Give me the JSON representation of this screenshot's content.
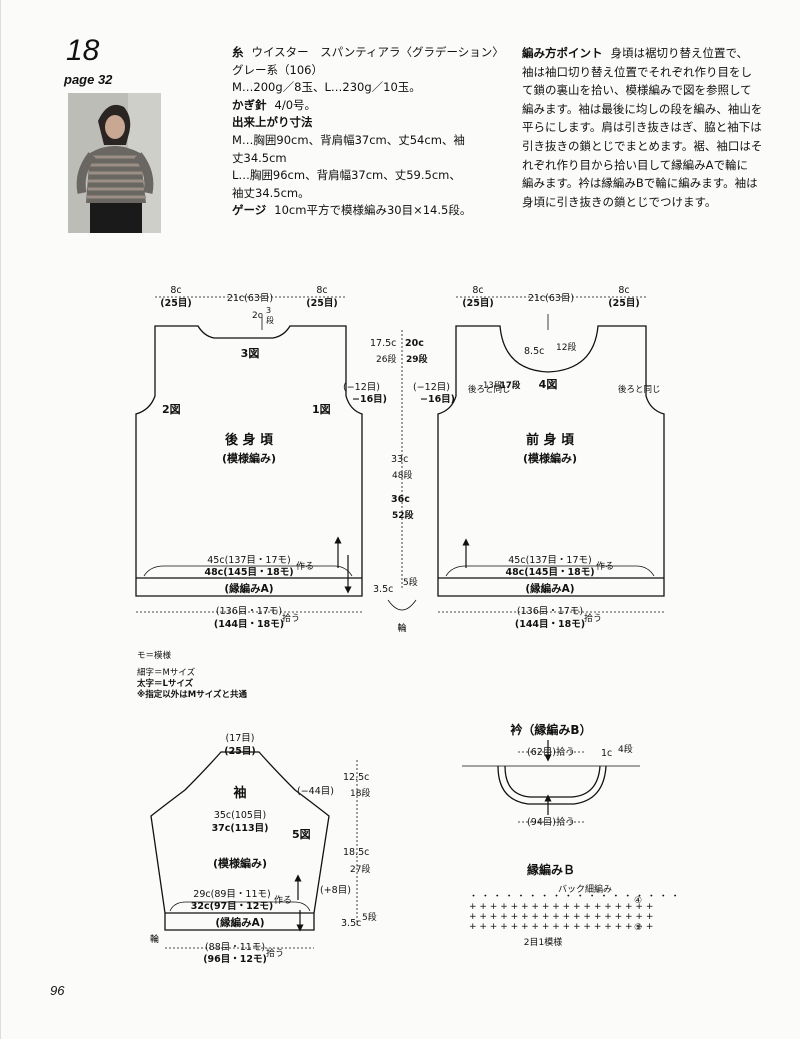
{
  "header": {
    "pattern_number": "18",
    "page_ref": "page 32"
  },
  "materials": {
    "yarn_label": "糸",
    "yarn_text": "ウイスター　スパンティアラ〈グラデーション〉　グレー系（106）",
    "yarn_amount": "M…200g／8玉、L…230g／10玉。",
    "hook_label": "かぎ針",
    "hook_text": "4/0号。",
    "size_label": "出来上がり寸法",
    "size_m_1": "M…胸囲90cm、背肩幅37cm、丈54cm、袖",
    "size_m_2": "丈34.5cm",
    "size_l_1": "L…胸囲96cm、背肩幅37cm、丈59.5cm、",
    "size_l_2": "袖丈34.5cm。",
    "gauge_label": "ゲージ",
    "gauge_text": "10cm平方で模様編み30目×14.5段。"
  },
  "points": {
    "label": "編み方ポイント",
    "lines": [
      "身頃は裾切り替え位置で、",
      "袖は袖口切り替え位置でそれぞれ作り目をし",
      "て鎖の裏山を拾い、模様編みで図を参照して",
      "編みます。袖は最後に均しの段を編み、袖山を",
      "平らにします。肩は引き抜きはぎ、脇と袖下は",
      "引き抜きの鎖とじでまとめます。裾、袖口はそ",
      "れぞれ作り目から拾い目して縁編みAで輪に",
      "編みます。衿は縁編みBで輪に編みます。袖は",
      "身頃に引き抜きの鎖とじでつけます。"
    ]
  },
  "back": {
    "shoulder_left": "8c",
    "shoulder_left_st": "(25目)",
    "neck_width": "21c(63目)",
    "shoulder_right": "8c",
    "shoulder_right_st": "(25目)",
    "neck_depth": "2c",
    "neck_rows_a": "3",
    "neck_rows_b": "段",
    "fig3": "3図",
    "fig2": "2図",
    "fig1": "1図",
    "title": "後 身 頃",
    "pattern": "(模様編み)",
    "width_m": "45c(137目・17モ)",
    "width_l": "48c(145目・18モ)",
    "make": "作る",
    "edge": "(縁編みA)",
    "pickup_m": "(136目・17モ)",
    "pickup_l": "(144目・18モ)",
    "pickup_word": "拾う"
  },
  "center": {
    "armhole_m": "17.5c",
    "armhole_l": "20c",
    "armhole_rows_m": "26段",
    "armhole_rows_l": "29段",
    "dec_m": "(−12目)",
    "dec_l": "−16目)",
    "body_m": "33c",
    "body_rows_m": "48段",
    "body_l": "36c",
    "body_rows_l": "52段",
    "hem": "3.5c",
    "hem_rows": "5段",
    "round": "輪"
  },
  "front": {
    "shoulder_left": "8c",
    "shoulder_left_st": "(25目)",
    "neck_width": "21c(63目)",
    "shoulder_right": "8c",
    "shoulder_right_st": "(25目)",
    "neck_depth": "8.5c",
    "neck_rows": "12段",
    "side_note_a": "後ろと同じ",
    "side_rows": "13段",
    "side_rows_l": "17段",
    "fig4": "4図",
    "side_note_b": "後ろと同じ",
    "title": "前 身 頃",
    "pattern": "(模様編み)",
    "width_m": "45c(137目・17モ)",
    "width_l": "48c(145目・18モ)",
    "make": "作る",
    "edge": "(縁編みA)",
    "pickup_m": "(136目・17モ)",
    "pickup_l": "(144目・18モ)",
    "pickup_word": "拾う"
  },
  "legend": {
    "mo": "モ＝模様",
    "thin": "細字＝Mサイズ",
    "bold": "太字＝Lサイズ",
    "common": "※指定以外はMサイズと共通"
  },
  "sleeve": {
    "top_m": "(17目)",
    "top_l": "(25目)",
    "title": "袖",
    "dec": "(−44目)",
    "cap_h": "12.5c",
    "cap_rows": "18段",
    "width_m": "35c(105目)",
    "width_l": "37c(113目)",
    "fig5": "5図",
    "pattern": "(模様編み)",
    "body_h": "18.5c",
    "body_rows": "27段",
    "inc": "(+8目)",
    "cuff_m": "29c(89目・11モ)",
    "cuff_l": "32c(97目・12モ)",
    "make": "作る",
    "edge": "(縁編みA)",
    "edge_h": "3.5c",
    "edge_rows": "5段",
    "round": "輪",
    "pickup_m": "(88目・11モ)",
    "pickup_l": "(96目・12モ)",
    "pickup_word": "拾う"
  },
  "collar": {
    "title": "衿（縁編みB）",
    "top": "(62目)拾う",
    "h": "1c",
    "rows": "4段",
    "bottom": "(94目)拾う"
  },
  "edgeB": {
    "title": "縁編みＢ",
    "back_sc": "バック細編み",
    "row4": "④",
    "row1": "①",
    "repeat": "2目1模様"
  },
  "footer": {
    "page_number": "96"
  }
}
